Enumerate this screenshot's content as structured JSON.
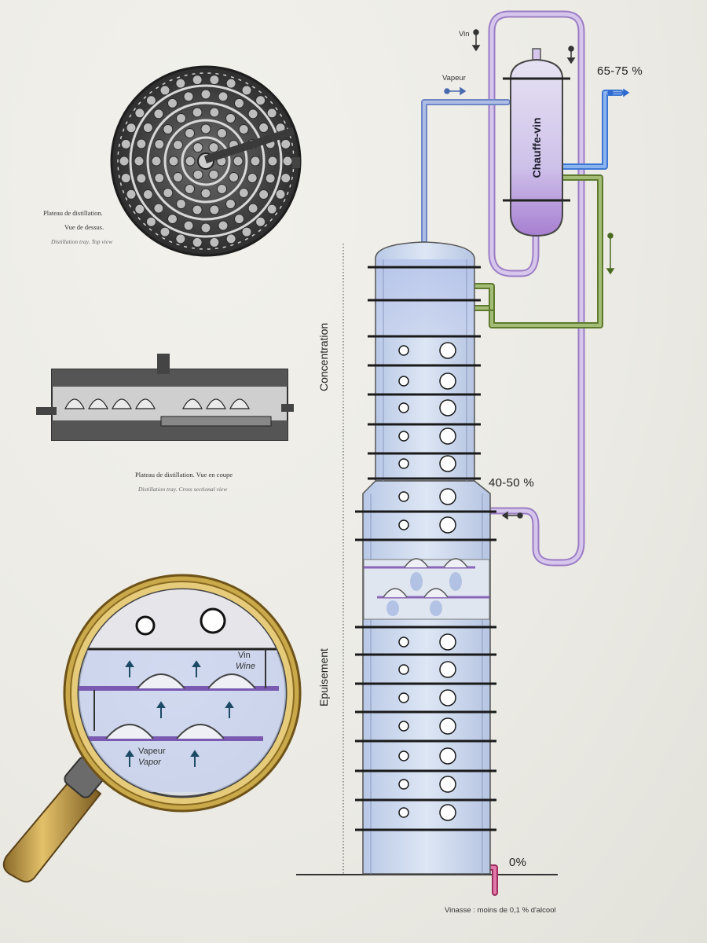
{
  "tray_top": {
    "caption_fr_1": "Plateau de distillation.",
    "caption_fr_2": "Vue de dessus.",
    "caption_en": "Distillation tray. Top view"
  },
  "tray_section": {
    "caption_fr": "Plateau de distillation. Vue en coupe",
    "caption_en": "Distillation tray. Cross sectional view"
  },
  "column": {
    "zone_upper": "Concentration",
    "zone_lower": "Epuisement",
    "pct_top": "65-75 %",
    "pct_mid": "40-50 %",
    "pct_bottom": "0%",
    "vinasse": "Vinasse : moins de 0,1 % d'alcool"
  },
  "flows": {
    "vin": "Vin",
    "vapeur": "Vapeur",
    "chauffe_vin": "Chauffe-vin"
  },
  "magnifier": {
    "vin": "Vin",
    "wine": "Wine",
    "vapeur": "Vapeur",
    "vapor": "Vapor"
  },
  "colors": {
    "wine_pipe": "#b79ad6",
    "vapor_pipe": "#8aa2d6",
    "distillate_pipe": "#6f9ee0",
    "cooling_pipe": "#7c9a4a",
    "vinasse_pipe": "#c04a7a",
    "column_fill": "#c9d6ec",
    "magnifier_rim": "#c9a94a"
  },
  "icons": [
    "down-arrow-icon",
    "right-arrow-icon",
    "left-arrow-icon",
    "up-arrow-icon"
  ]
}
